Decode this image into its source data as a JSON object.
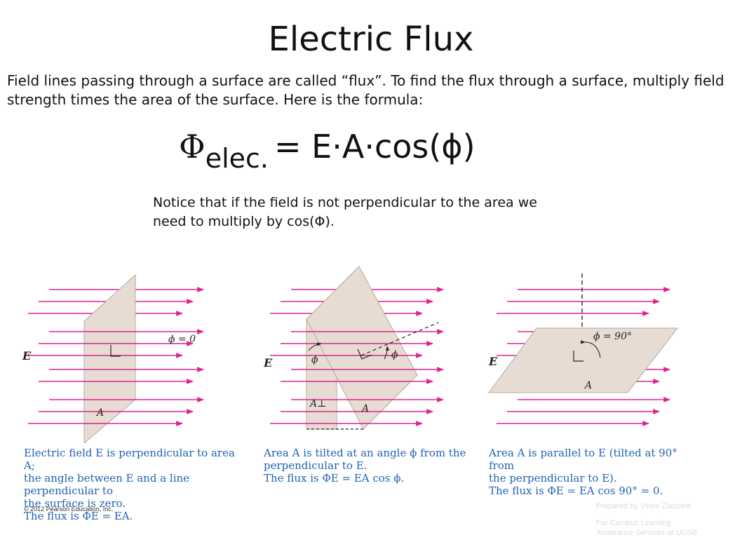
{
  "title": "Electric Flux",
  "intro": "Field lines passing through a surface are called “flux”. To find the flux through a surface, multiply field strength times the area of the surface. Here is the formula:",
  "formula": {
    "symbol": "Φ",
    "subscript": "elec.",
    "rhs": "= E·A·cos(ϕ)"
  },
  "notice": "Notice that if the field is not perpendicular to the area we need to multiply by cos(Φ).",
  "panels": [
    {
      "field_label": "E",
      "angle_label": "ϕ = 0",
      "area_label": "A",
      "caption_lines": [
        "Electric field E is perpendicular to area A;",
        "the angle between E and a line perpendicular to",
        "the surface is zero.",
        "The flux is ΦE = EA."
      ]
    },
    {
      "field_label": "E",
      "angle_label": "ϕ",
      "area_label": "A",
      "perp_area_label": "A⊥",
      "caption_lines": [
        "Area A is tilted at an angle ϕ from the",
        "perpendicular to E.",
        "The flux is ΦE = EA cos ϕ."
      ]
    },
    {
      "field_label": "E",
      "angle_label": "ϕ = 90°",
      "area_label": "A",
      "caption_lines": [
        "Area A is parallel to E (tilted at 90° from",
        "the perpendicular to E).",
        "The flux is ΦE = EA cos 90° = 0."
      ]
    }
  ],
  "copyright": "© 2012 Pearson Education, Inc.",
  "credit": {
    "line1": "Prepared by Vince Zaccone",
    "line2": "For Campus Learning",
    "line3": "Assistance Services at UCSB"
  },
  "colors": {
    "field_line": "#e2208f",
    "surface": "#e6dcd3",
    "surface_edge": "#b8a898",
    "caption": "#1f62b0"
  }
}
